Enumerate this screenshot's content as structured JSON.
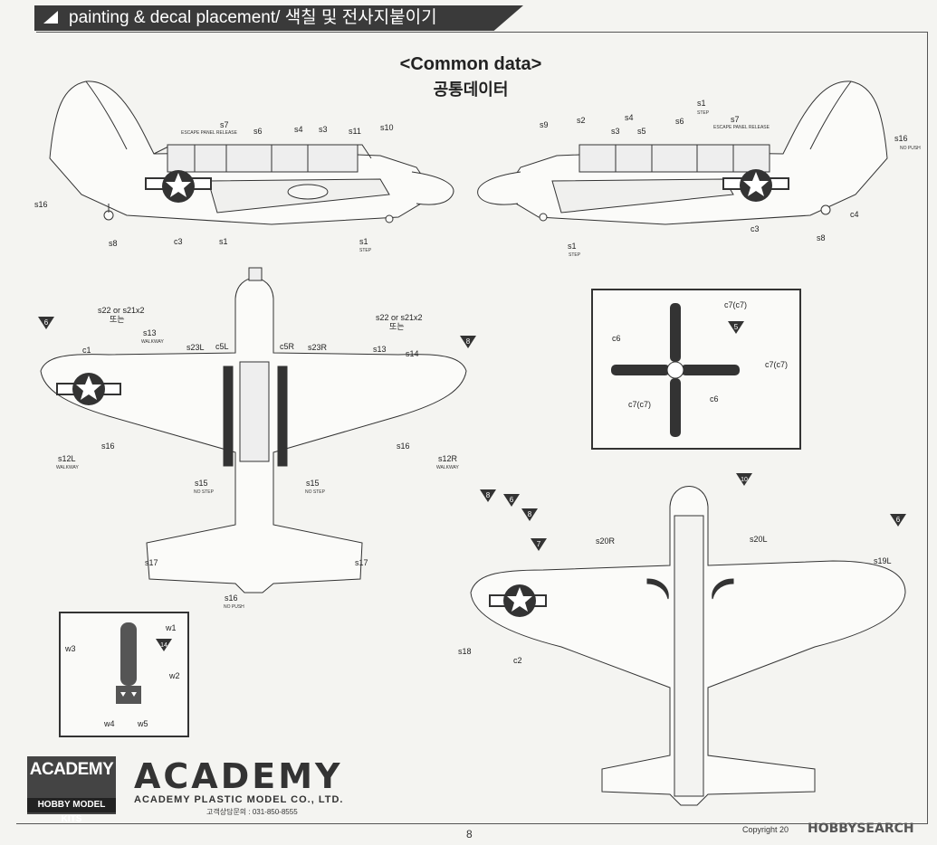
{
  "header": {
    "title": "painting & decal placement/ 색칠 및 전사지붙이기"
  },
  "section": {
    "title_en": "<Common data>",
    "title_ko": "공통데이터"
  },
  "left_side_labels": {
    "s7": "s7",
    "s6": "s6",
    "s4": "s4",
    "s3": "s3",
    "s11": "s11",
    "s10": "s10",
    "s16": "s16",
    "s8": "s8",
    "c3": "c3",
    "s1a": "s1",
    "s1b": "s1",
    "step": "STEP",
    "escape": "ESCAPE PANEL RELEASE"
  },
  "right_side_labels": {
    "s9": "s9",
    "s2": "s2",
    "s3": "s3",
    "s4": "s4",
    "s5": "s5",
    "s6": "s6",
    "s1": "s1",
    "s7": "s7",
    "s16": "s16",
    "c3": "c3",
    "c4": "c4",
    "s8": "s8",
    "s1b": "s1",
    "step": "STEP",
    "escape": "ESCAPE PANEL RELEASE",
    "nopush": "NO PUSH"
  },
  "top_view_labels": {
    "s22l": "s22 or s21x2",
    "s22l_ko": "또는",
    "s22r": "s22 or s21x2",
    "s22r_ko": "또는",
    "s13l": "s13",
    "s13r": "s13",
    "walkway": "WALKWAY",
    "c1": "c1",
    "s23l": "s23L",
    "c5l": "c5L",
    "c5r": "c5R",
    "s23r": "s23R",
    "s14": "s14",
    "s12l": "s12L",
    "s12r": "s12R",
    "s16l": "s16",
    "s16r": "s16",
    "s15l": "s15",
    "s15r": "s15",
    "nostep": "NO STEP",
    "s17l": "s17",
    "s17r": "s17",
    "s16b": "s16",
    "nopush": "NO PUSH",
    "m6": "6",
    "m8": "8"
  },
  "prop_labels": {
    "c7a": "c7(c7)",
    "c7b": "c7(c7)",
    "c7c": "c7(c7)",
    "c6a": "c6",
    "c6b": "c6",
    "m5": "5"
  },
  "bomb_labels": {
    "w1": "w1",
    "w3": "w3",
    "w2": "w2",
    "w4": "w4",
    "w5": "w5",
    "m14": "14"
  },
  "bottom_view_labels": {
    "s20r": "s20R",
    "s20l": "s20L",
    "s19l": "s19L",
    "s18": "s18",
    "c2": "c2",
    "m8a": "8",
    "m6a": "6",
    "m8b": "8",
    "m7": "7",
    "m10": "10",
    "m6b": "6"
  },
  "footer": {
    "logo": "ACADEMY",
    "logo_sub": "HOBBY MODEL KITS",
    "brand": "ACADEMY",
    "brand_sub": "ACADEMY PLASTIC MODEL CO., LTD.",
    "phone": "고객상담문의 : 031-850-8555",
    "page": "8",
    "copyright": "Copyright 20",
    "watermark": "HOBBYSEARCH"
  }
}
